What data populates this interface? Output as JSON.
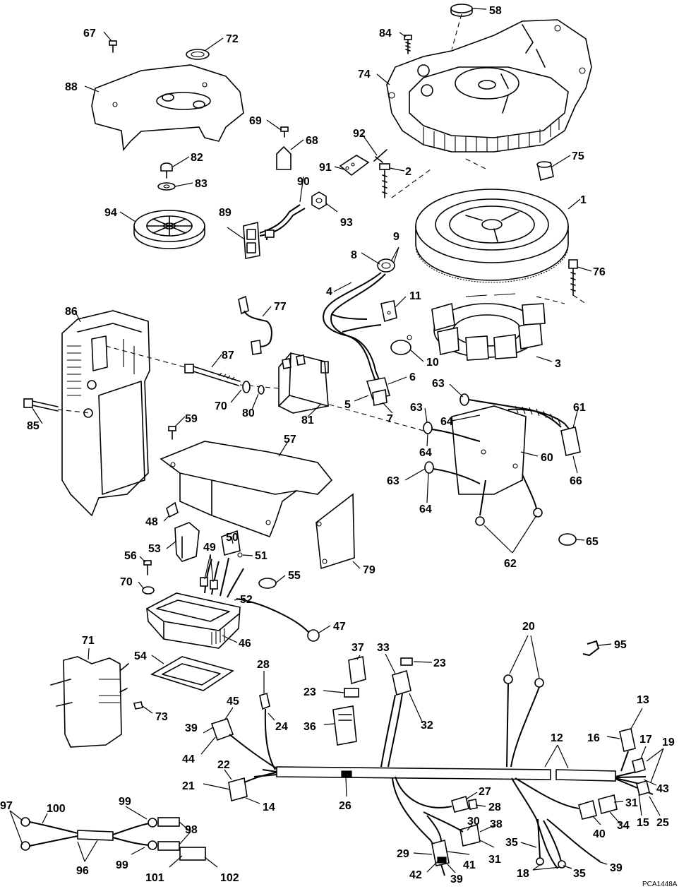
{
  "diagram_code": "PCA1448A",
  "callouts": [
    {
      "key": "c58",
      "text": "58"
    },
    {
      "key": "c84",
      "text": "84"
    },
    {
      "key": "c67",
      "text": "67"
    },
    {
      "key": "c72",
      "text": "72"
    },
    {
      "key": "c74",
      "text": "74"
    },
    {
      "key": "c88",
      "text": "88"
    },
    {
      "key": "c69",
      "text": "69"
    },
    {
      "key": "c68",
      "text": "68"
    },
    {
      "key": "c92",
      "text": "92"
    },
    {
      "key": "c82",
      "text": "82"
    },
    {
      "key": "c91",
      "text": "91"
    },
    {
      "key": "c2",
      "text": "2"
    },
    {
      "key": "c75",
      "text": "75"
    },
    {
      "key": "c83",
      "text": "83"
    },
    {
      "key": "c90",
      "text": "90"
    },
    {
      "key": "c1",
      "text": "1"
    },
    {
      "key": "c94",
      "text": "94"
    },
    {
      "key": "c89",
      "text": "89"
    },
    {
      "key": "c93",
      "text": "93"
    },
    {
      "key": "c9",
      "text": "9"
    },
    {
      "key": "c8",
      "text": "8"
    },
    {
      "key": "c76",
      "text": "76"
    },
    {
      "key": "c4",
      "text": "4"
    },
    {
      "key": "c11",
      "text": "11"
    },
    {
      "key": "c77",
      "text": "77"
    },
    {
      "key": "c86",
      "text": "86"
    },
    {
      "key": "c10",
      "text": "10"
    },
    {
      "key": "c3",
      "text": "3"
    },
    {
      "key": "c87",
      "text": "87"
    },
    {
      "key": "c6",
      "text": "6"
    },
    {
      "key": "c63a",
      "text": "63"
    },
    {
      "key": "c5",
      "text": "5"
    },
    {
      "key": "c70a",
      "text": "70"
    },
    {
      "key": "c80",
      "text": "80"
    },
    {
      "key": "c63b",
      "text": "63"
    },
    {
      "key": "c61",
      "text": "61"
    },
    {
      "key": "c7",
      "text": "7"
    },
    {
      "key": "c64a",
      "text": "64"
    },
    {
      "key": "c81",
      "text": "81"
    },
    {
      "key": "c85",
      "text": "85"
    },
    {
      "key": "c59",
      "text": "59"
    },
    {
      "key": "c64b",
      "text": "64"
    },
    {
      "key": "c57",
      "text": "57"
    },
    {
      "key": "c60",
      "text": "60"
    },
    {
      "key": "c66",
      "text": "66"
    },
    {
      "key": "c63c",
      "text": "63"
    },
    {
      "key": "c64c",
      "text": "64"
    },
    {
      "key": "c48",
      "text": "48"
    },
    {
      "key": "c65",
      "text": "65"
    },
    {
      "key": "c50",
      "text": "50"
    },
    {
      "key": "c53",
      "text": "53"
    },
    {
      "key": "c49",
      "text": "49"
    },
    {
      "key": "c51",
      "text": "51"
    },
    {
      "key": "c56",
      "text": "56"
    },
    {
      "key": "c62",
      "text": "62"
    },
    {
      "key": "c79",
      "text": "79"
    },
    {
      "key": "c55",
      "text": "55"
    },
    {
      "key": "c70b",
      "text": "70"
    },
    {
      "key": "c52",
      "text": "52"
    },
    {
      "key": "c47",
      "text": "47"
    },
    {
      "key": "c46",
      "text": "46"
    },
    {
      "key": "c71",
      "text": "71"
    },
    {
      "key": "c20",
      "text": "20"
    },
    {
      "key": "c95",
      "text": "95"
    },
    {
      "key": "c54",
      "text": "54"
    },
    {
      "key": "c37",
      "text": "37"
    },
    {
      "key": "c33",
      "text": "33"
    },
    {
      "key": "c23a",
      "text": "23"
    },
    {
      "key": "c28a",
      "text": "28"
    },
    {
      "key": "c23b",
      "text": "23"
    },
    {
      "key": "c45",
      "text": "45"
    },
    {
      "key": "c73",
      "text": "73"
    },
    {
      "key": "c39a",
      "text": "39"
    },
    {
      "key": "c24",
      "text": "24"
    },
    {
      "key": "c36",
      "text": "36"
    },
    {
      "key": "c32",
      "text": "32"
    },
    {
      "key": "c13",
      "text": "13"
    },
    {
      "key": "c16",
      "text": "16"
    },
    {
      "key": "c17",
      "text": "17"
    },
    {
      "key": "c19",
      "text": "19"
    },
    {
      "key": "c12",
      "text": "12"
    },
    {
      "key": "c44",
      "text": "44"
    },
    {
      "key": "c22",
      "text": "22"
    },
    {
      "key": "c21",
      "text": "21"
    },
    {
      "key": "c43",
      "text": "43"
    },
    {
      "key": "c26",
      "text": "26"
    },
    {
      "key": "c27",
      "text": "27"
    },
    {
      "key": "c14",
      "text": "14"
    },
    {
      "key": "c28b",
      "text": "28"
    },
    {
      "key": "c97",
      "text": "97"
    },
    {
      "key": "c100",
      "text": "100"
    },
    {
      "key": "c99a",
      "text": "99"
    },
    {
      "key": "c31a",
      "text": "31"
    },
    {
      "key": "c15",
      "text": "15"
    },
    {
      "key": "c25",
      "text": "25"
    },
    {
      "key": "c98",
      "text": "98"
    },
    {
      "key": "c30",
      "text": "30"
    },
    {
      "key": "c38",
      "text": "38"
    },
    {
      "key": "c40",
      "text": "40"
    },
    {
      "key": "c34",
      "text": "34"
    },
    {
      "key": "c96",
      "text": "96"
    },
    {
      "key": "c99b",
      "text": "99"
    },
    {
      "key": "c29",
      "text": "29"
    },
    {
      "key": "c41",
      "text": "41"
    },
    {
      "key": "c31b",
      "text": "31"
    },
    {
      "key": "c35a",
      "text": "35"
    },
    {
      "key": "c101",
      "text": "101"
    },
    {
      "key": "c102",
      "text": "102"
    },
    {
      "key": "c42",
      "text": "42"
    },
    {
      "key": "c39b",
      "text": "39"
    },
    {
      "key": "c18",
      "text": "18"
    },
    {
      "key": "c35b",
      "text": "35"
    },
    {
      "key": "c39c",
      "text": "39"
    }
  ]
}
